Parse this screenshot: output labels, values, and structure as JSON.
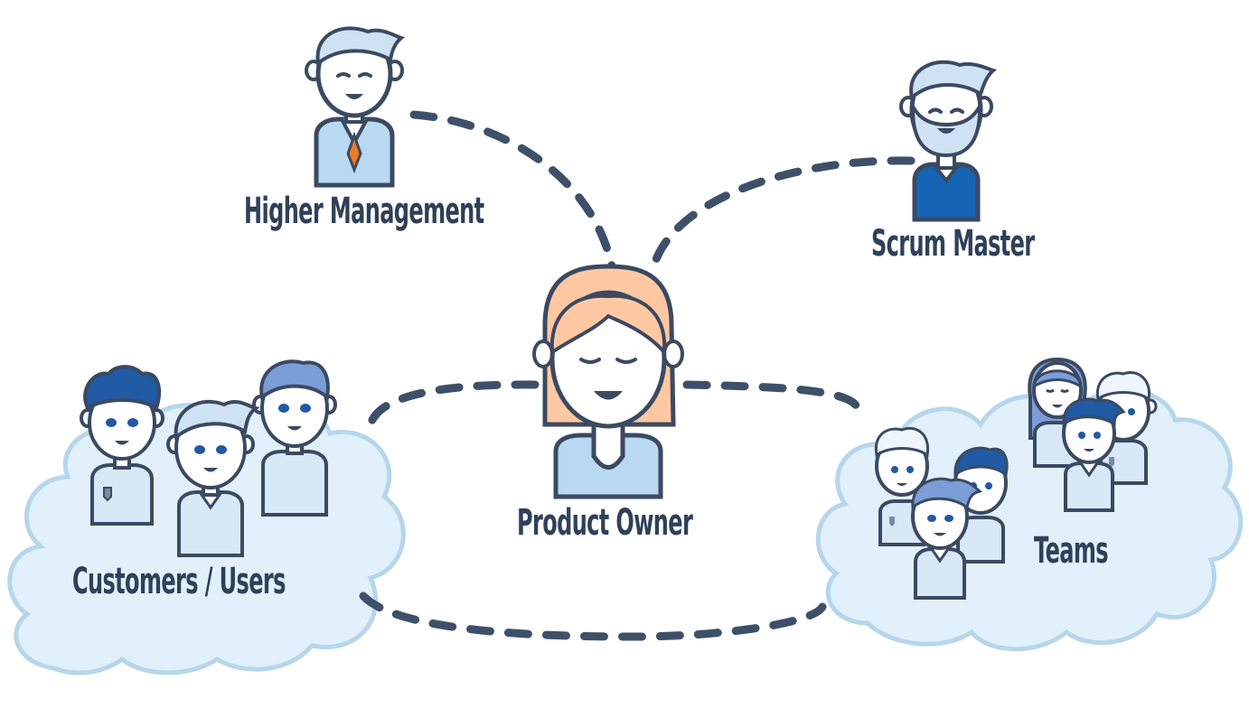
{
  "diagram": {
    "nodes": [
      {
        "id": "higher-management",
        "label": "Higher Management"
      },
      {
        "id": "scrum-master",
        "label": "Scrum Master"
      },
      {
        "id": "product-owner",
        "label": "Product Owner"
      },
      {
        "id": "customers-users",
        "label": "Customers / Users"
      },
      {
        "id": "teams",
        "label": "Teams"
      }
    ],
    "edges": [
      {
        "from": "product-owner",
        "to": "higher-management",
        "style": "dashed"
      },
      {
        "from": "product-owner",
        "to": "scrum-master",
        "style": "dashed"
      },
      {
        "from": "product-owner",
        "to": "customers-users",
        "style": "dashed"
      },
      {
        "from": "product-owner",
        "to": "teams",
        "style": "dashed"
      },
      {
        "from": "customers-users",
        "to": "teams",
        "style": "dashed"
      }
    ]
  },
  "colors": {
    "outline": "#3b4a61",
    "connector": "#3e5069",
    "cloud_fill": "#e1f0fb",
    "cloud_stroke": "#b6d6ec",
    "shirt_light": "#b9d8f2",
    "shirt_pale": "#d8e8f6",
    "shirt_blue": "#1565b4",
    "hair_light": "#cfe2f3",
    "hair_blue": "#7b9dd8",
    "hair_dark": "#1f5aa3",
    "po_hair": "#ffc8a3",
    "tie": "#ee7d22",
    "label_text": "#2f4058"
  }
}
